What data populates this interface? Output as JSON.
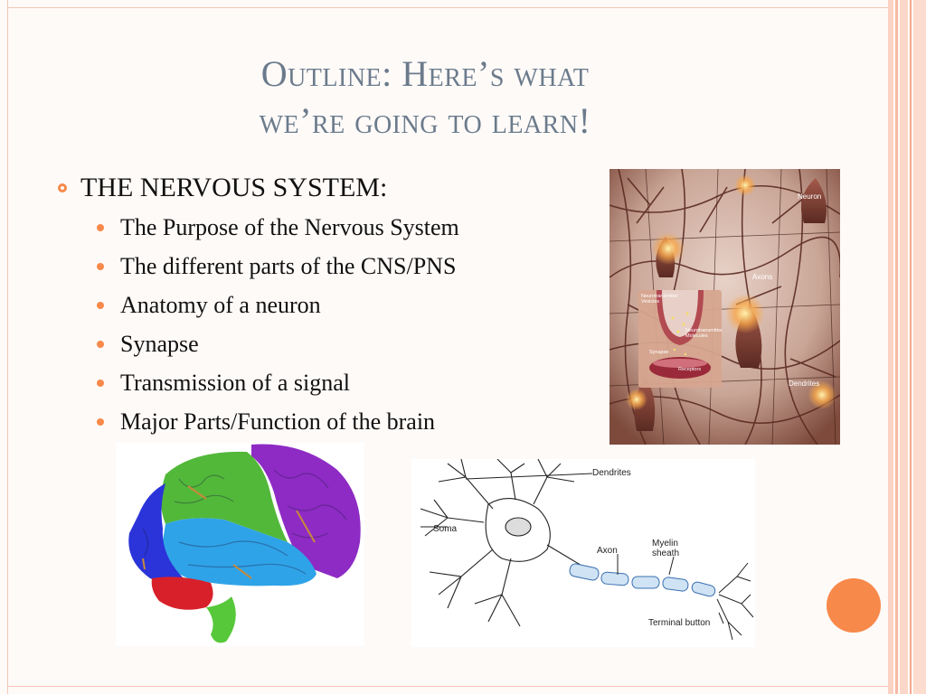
{
  "slide": {
    "title_line1": "Outline: Here’s what",
    "title_line2": "we’re going to learn!",
    "main_bullet": "THE NERVOUS SYSTEM:",
    "sub_bullets": [
      "The Purpose of the Nervous System",
      "The different parts of the CNS/PNS",
      "Anatomy of a neuron",
      "Synapse",
      "Transmission of a signal",
      "Major Parts/Function of the brain"
    ]
  },
  "neuron_photo": {
    "labels": {
      "neuron": "Neuron",
      "axons": "Axons",
      "dendrites": "Dendrites",
      "vesicles": "Neurotransmitter Vesicles",
      "molecules": "Neurotransmitter Molecules",
      "synapse": "Synapse",
      "receptors": "Receptors"
    }
  },
  "neuron_diagram": {
    "labels": {
      "dendrites": "Dendrites",
      "soma": "Soma",
      "axon": "Axon",
      "myelin_line1": "Myelin",
      "myelin_line2": "sheath",
      "terminal": "Terminal button"
    }
  },
  "colors": {
    "accent": "#f7894a",
    "title": "#6b7b8c"
  }
}
